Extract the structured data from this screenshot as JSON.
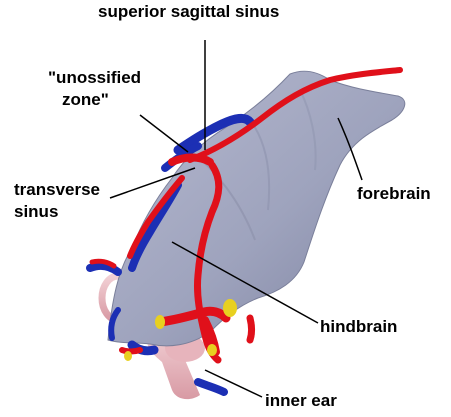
{
  "labels": {
    "superior_sagittal_sinus": "superior sagittal sinus",
    "unossified_zone_line1": "\"unossified",
    "unossified_zone_line2": "zone\"",
    "transverse_sinus_line1": "transverse",
    "transverse_sinus_line2": "sinus",
    "forebrain": "forebrain",
    "hindbrain": "hindbrain",
    "inner_ear": "inner ear"
  },
  "colors": {
    "brain": "#9ea3bd",
    "artery": "#e0101a",
    "vein": "#1c2fb4",
    "inner_ear": "#e8b8bf",
    "cartilage": "#e8d020",
    "leader": "#000000"
  }
}
